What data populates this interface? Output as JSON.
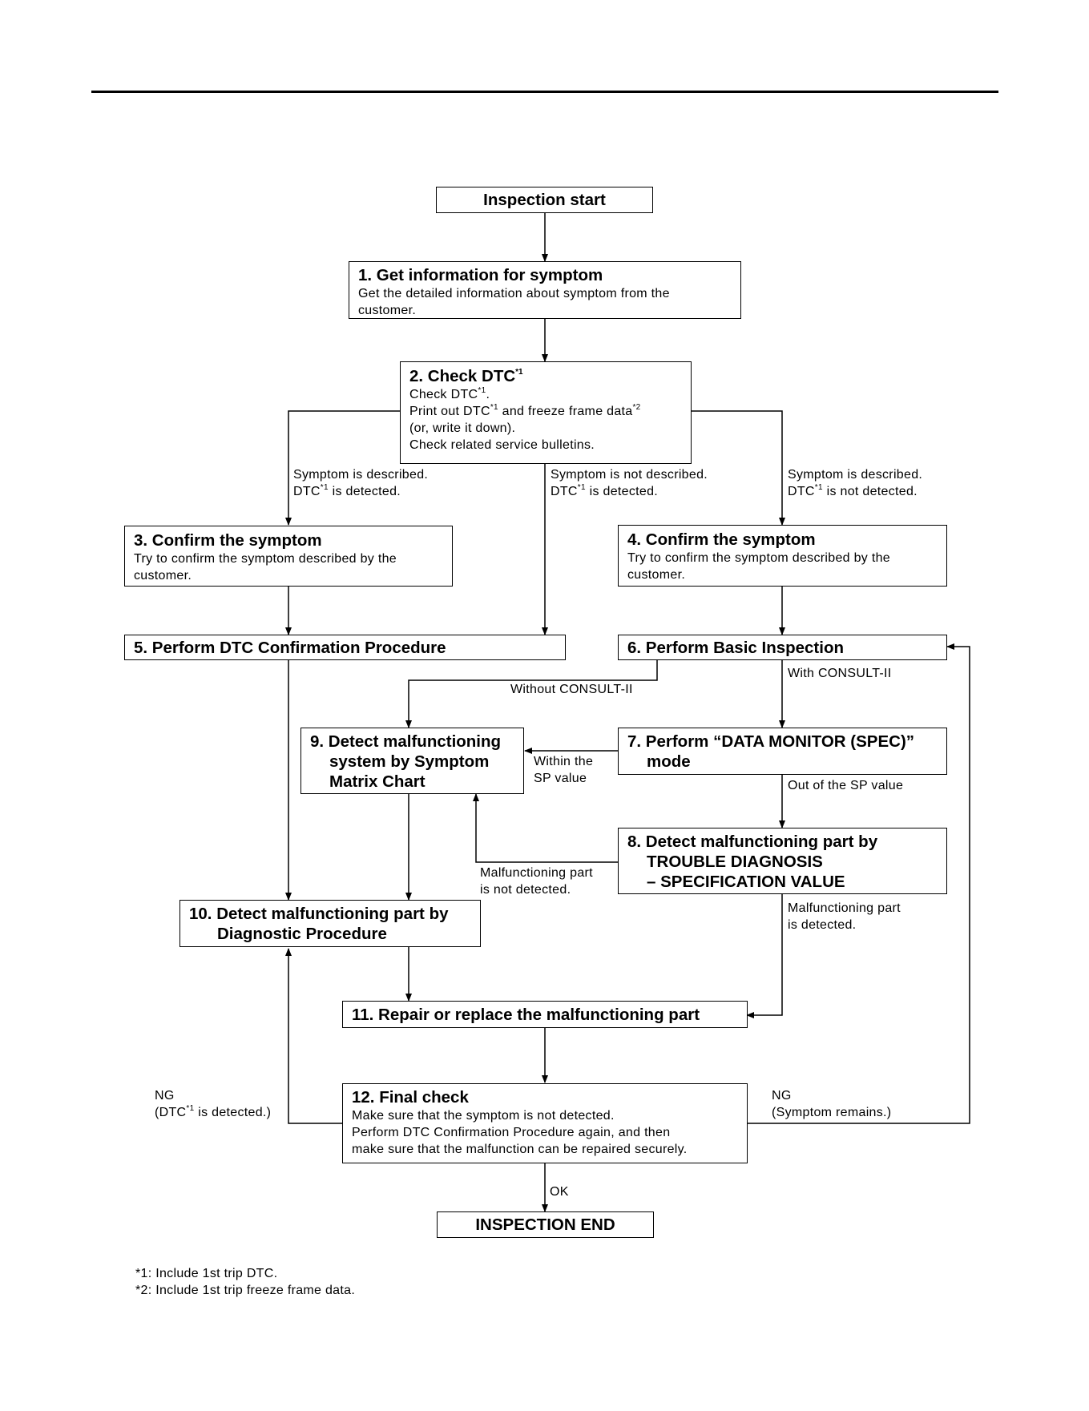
{
  "start": {
    "title": "Inspection start"
  },
  "step1": {
    "title": "1. Get information for symptom",
    "lines": [
      "Get the detailed information about symptom from the",
      "customer."
    ]
  },
  "step2": {
    "title": "2. Check DTC",
    "title_sup": "*1",
    "line1_a": "Check DTC",
    "line1_sup": "*1",
    "line1_b": ".",
    "line2_a": "Print out DTC",
    "line2_sup": "*1",
    "line2_b": " and freeze frame data",
    "line2_sup2": "*2",
    "line3": "(or, write it down).",
    "line4": "Check related service bulletins."
  },
  "branch_left": {
    "line1": "Symptom is described.",
    "line2_a": "DTC",
    "line2_sup": "*1",
    "line2_b": " is detected."
  },
  "branch_mid": {
    "line1": "Symptom is not described.",
    "line2_a": "DTC",
    "line2_sup": "*1",
    "line2_b": " is detected."
  },
  "branch_right": {
    "line1": "Symptom is described.",
    "line2_a": "DTC",
    "line2_sup": "*1",
    "line2_b": " is not detected."
  },
  "step3": {
    "title": "3. Confirm the symptom",
    "lines": [
      "Try to confirm the symptom described by the",
      "customer."
    ]
  },
  "step4": {
    "title": "4. Confirm the symptom",
    "lines": [
      "Try to confirm the symptom described by the",
      "customer."
    ]
  },
  "step5": {
    "title": "5. Perform DTC Confirmation Procedure"
  },
  "step6": {
    "title": "6. Perform Basic Inspection"
  },
  "label_without": "Without CONSULT-II",
  "label_with": "With CONSULT-II",
  "step7": {
    "line1": "7. Perform “DATA MONITOR (SPEC)”",
    "line2": "mode"
  },
  "label_within": {
    "line1": "Within the",
    "line2": "SP value"
  },
  "step9": {
    "line1": "9. Detect malfunctioning",
    "line2": "system by Symptom",
    "line3": "Matrix Chart"
  },
  "label_out": "Out of the SP value",
  "step8": {
    "line1": "8. Detect malfunctioning part by",
    "line2": "TROUBLE DIAGNOSIS",
    "line3": "– SPECIFICATION VALUE"
  },
  "label_not_detected": {
    "line1": "Malfunctioning part",
    "line2": "is not detected."
  },
  "label_detected": {
    "line1": "Malfunctioning part",
    "line2": "is detected."
  },
  "step10": {
    "line1": "10. Detect malfunctioning part by",
    "line2": "Diagnostic Procedure"
  },
  "step11": {
    "title": "11. Repair or replace the malfunctioning part"
  },
  "step12": {
    "title": "12. Final check",
    "lines": [
      "Make sure that the symptom is not detected.",
      "Perform DTC Confirmation Procedure again, and then",
      "make sure that the malfunction can be repaired securely."
    ]
  },
  "label_ng_left": {
    "line1": "NG",
    "line2_a": "(DTC",
    "line2_sup": "*1",
    "line2_b": " is detected.)"
  },
  "label_ng_right": {
    "line1": "NG",
    "line2": "(Symptom remains.)"
  },
  "label_ok": "OK",
  "end": {
    "title": "INSPECTION END"
  },
  "footnotes": [
    "*1: Include 1st trip DTC.",
    "*2: Include 1st trip freeze frame data."
  ]
}
